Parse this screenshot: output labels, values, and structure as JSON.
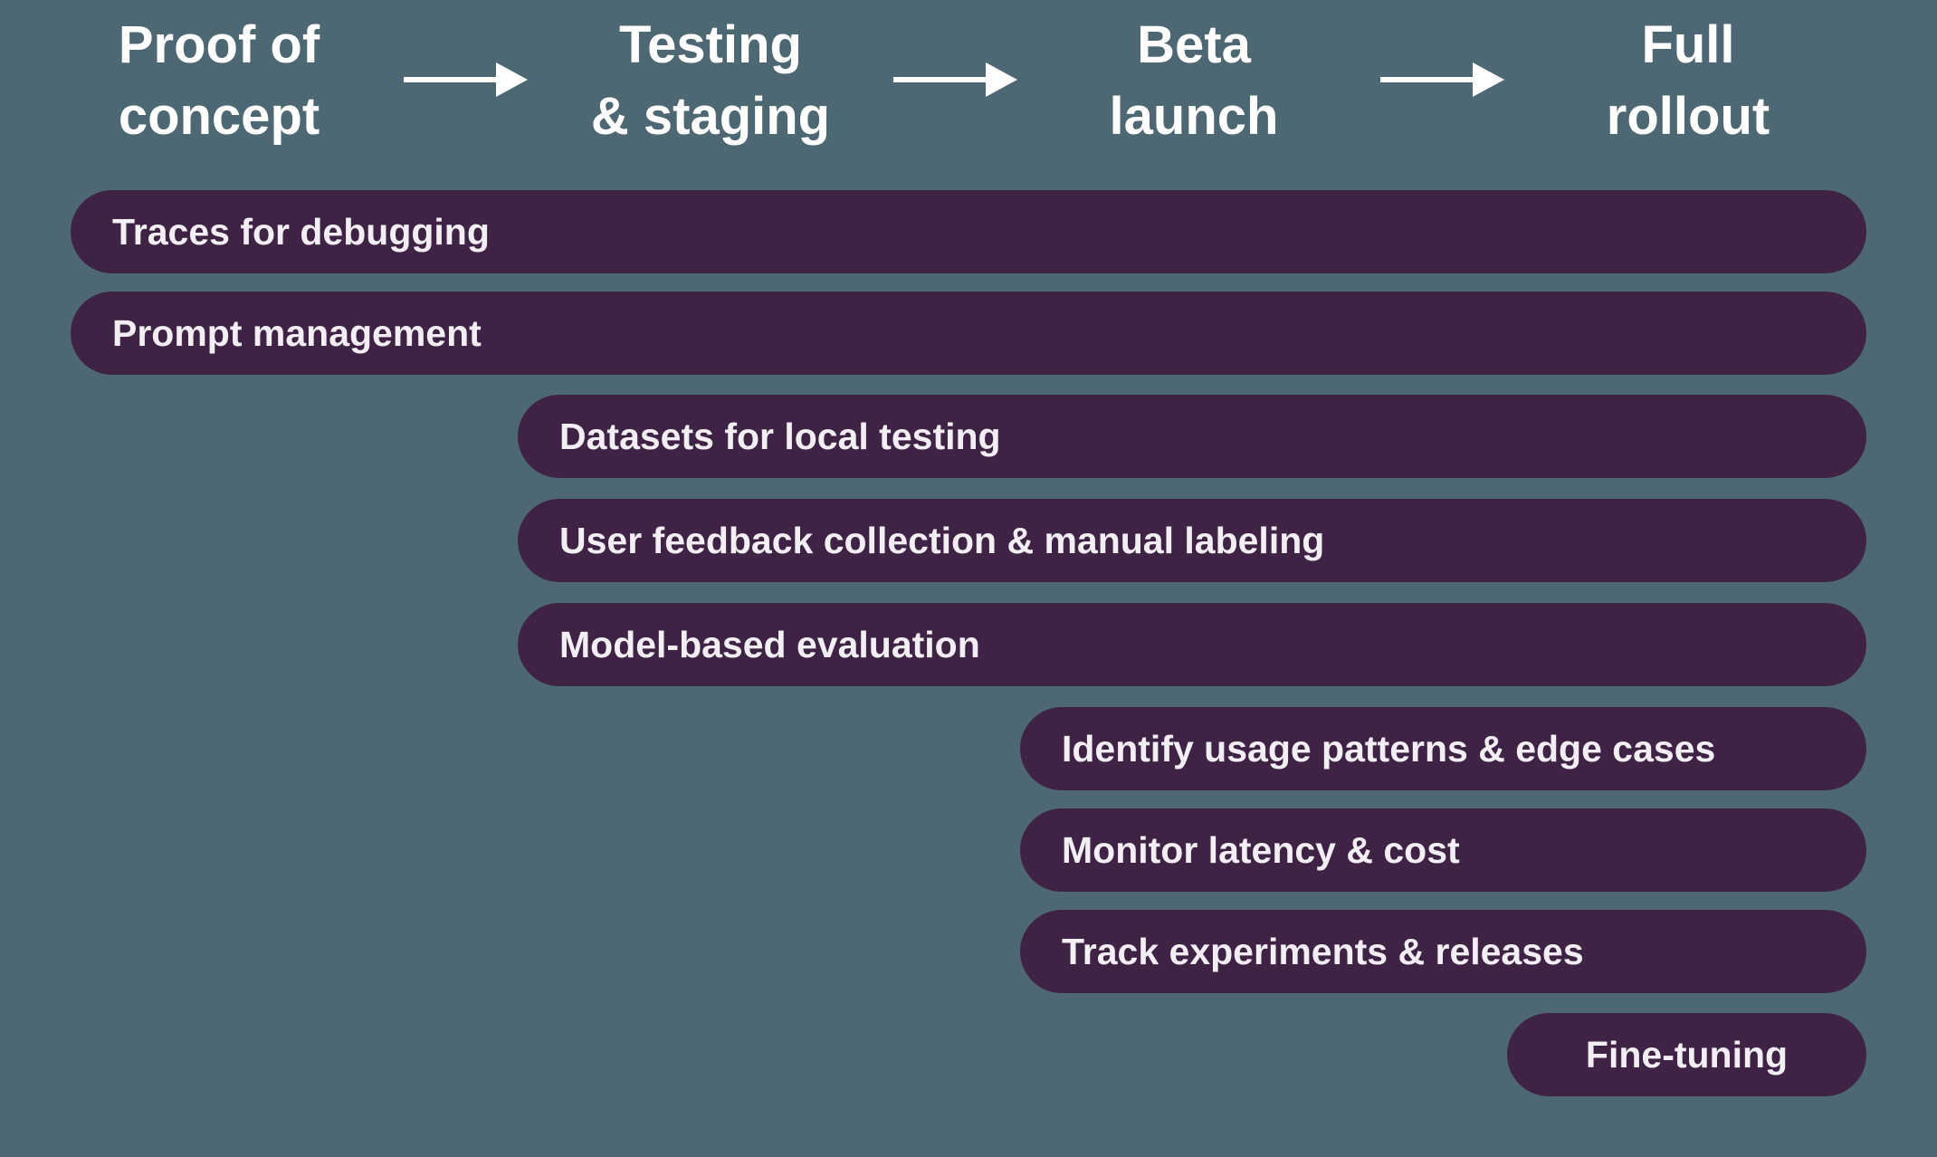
{
  "colors": {
    "background": "#4D6872",
    "bar": "#3E2345",
    "bar_text": "#F2EEF4",
    "header_text": "#FFFFFF"
  },
  "phases": [
    {
      "label": "Proof of concept",
      "line1": "Proof of",
      "line2": "concept"
    },
    {
      "label": "Testing & staging",
      "line1": "Testing",
      "line2": "& staging"
    },
    {
      "label": "Beta launch",
      "line1": "Beta",
      "line2": "launch"
    },
    {
      "label": "Full rollout",
      "line1": "Full",
      "line2": "rollout"
    }
  ],
  "bars": [
    {
      "label": "Traces for debugging",
      "phase_start": 1,
      "phase_end": 4
    },
    {
      "label": "Prompt management",
      "phase_start": 1,
      "phase_end": 4
    },
    {
      "label": "Datasets for local testing",
      "phase_start": 2,
      "phase_end": 4
    },
    {
      "label": "User feedback collection & manual labeling",
      "phase_start": 2,
      "phase_end": 4
    },
    {
      "label": "Model-based evaluation",
      "phase_start": 2,
      "phase_end": 4
    },
    {
      "label": "Identify usage patterns & edge cases",
      "phase_start": 3,
      "phase_end": 4
    },
    {
      "label": "Monitor latency & cost",
      "phase_start": 3,
      "phase_end": 4
    },
    {
      "label": "Track experiments & releases",
      "phase_start": 3,
      "phase_end": 4
    },
    {
      "label": "Fine-tuning",
      "phase_start": 4,
      "phase_end": 4
    }
  ]
}
